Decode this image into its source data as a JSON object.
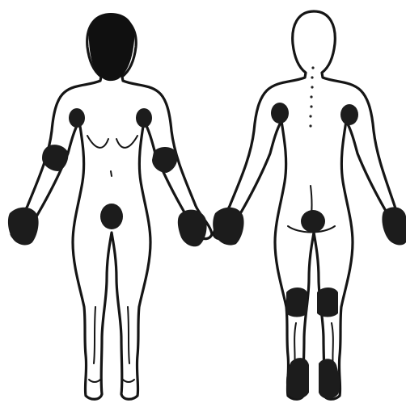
{
  "figure": {
    "views": [
      {
        "id": "front",
        "name": "front-view"
      },
      {
        "id": "back",
        "name": "back-view"
      }
    ],
    "colors": {
      "outline": "#151515",
      "affected_area": "#1c1c1c",
      "background": "#ffffff"
    },
    "affected_areas": {
      "front": [
        "scalp",
        "left-axilla",
        "right-axilla",
        "left-upper-arm",
        "right-upper-arm",
        "left-hand",
        "right-hand",
        "groin"
      ],
      "back": [
        "left-axilla",
        "right-axilla",
        "left-hand",
        "right-hand",
        "buttocks",
        "left-knee",
        "right-knee",
        "left-foot",
        "right-foot"
      ]
    }
  }
}
